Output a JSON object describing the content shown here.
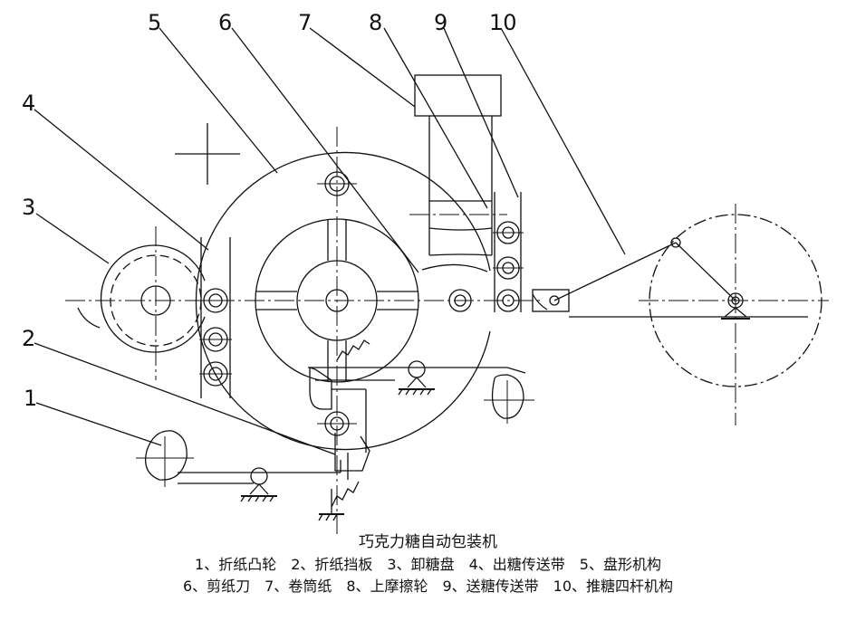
{
  "diagram": {
    "callouts": [
      "1",
      "2",
      "3",
      "4",
      "5",
      "6",
      "7",
      "8",
      "9",
      "10"
    ]
  },
  "caption": {
    "title": "巧克力糖自动包装机",
    "legend_line1": "1、折纸凸轮　2、折纸挡板　3、卸糖盘　4、出糖传送带　5、盘形机构",
    "legend_line2": "6、剪纸刀　7、卷筒纸　8、上摩擦轮　9、送糖传送带　10、推糖四杆机构"
  },
  "colors": {
    "line": "#111111",
    "background": "#ffffff"
  }
}
